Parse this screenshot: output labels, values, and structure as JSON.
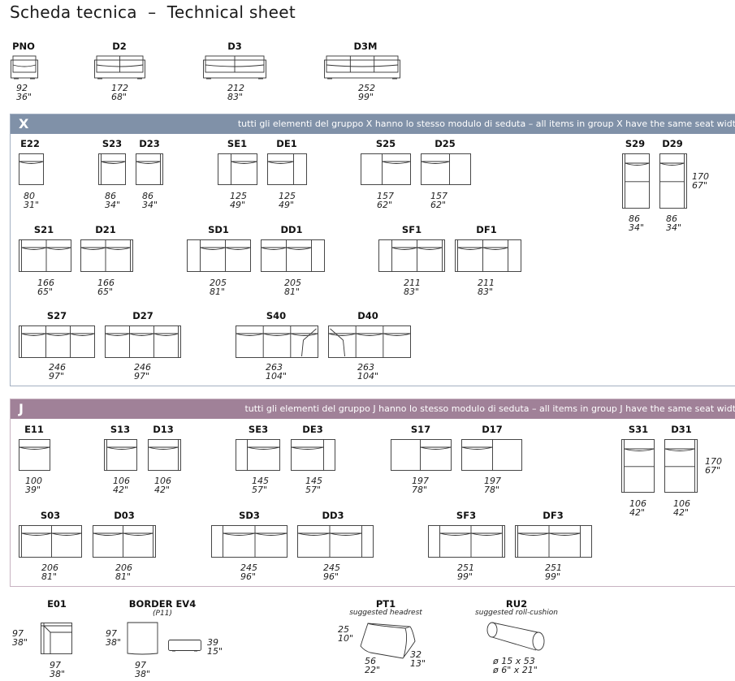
{
  "title": "Scheda tecnica  –  Technical sheet",
  "colors": {
    "group_x": "#8091a8",
    "group_x_border": "#a3b0c2",
    "group_j": "#a08198",
    "group_j_border": "#c8b3c1"
  },
  "top_items": [
    {
      "code": "PNO",
      "cm": "92",
      "in": "36\""
    },
    {
      "code": "D2",
      "cm": "172",
      "in": "68\""
    },
    {
      "code": "D3",
      "cm": "212",
      "in": "83\""
    },
    {
      "code": "D3M",
      "cm": "252",
      "in": "99\""
    }
  ],
  "groups": [
    {
      "letter": "X",
      "note": "tutti gli elementi del gruppo X hanno lo stesso modulo di seduta  –  all items in group X have the same seat width",
      "items": [
        {
          "code": "E22",
          "cm": "80",
          "in": "31\""
        },
        {
          "code": "S23",
          "cm": "86",
          "in": "34\""
        },
        {
          "code": "D23",
          "cm": "86",
          "in": "34\""
        },
        {
          "code": "SE1",
          "cm": "125",
          "in": "49\""
        },
        {
          "code": "DE1",
          "cm": "125",
          "in": "49\""
        },
        {
          "code": "S25",
          "cm": "157",
          "in": "62\""
        },
        {
          "code": "D25",
          "cm": "157",
          "in": "62\""
        },
        {
          "code": "S29",
          "cm": "86",
          "in": "34\""
        },
        {
          "code": "D29",
          "cm": "86",
          "in": "34\""
        },
        {
          "code": "S21",
          "cm": "166",
          "in": "65\""
        },
        {
          "code": "D21",
          "cm": "166",
          "in": "65\""
        },
        {
          "code": "SD1",
          "cm": "205",
          "in": "81\""
        },
        {
          "code": "DD1",
          "cm": "205",
          "in": "81\""
        },
        {
          "code": "SF1",
          "cm": "211",
          "in": "83\""
        },
        {
          "code": "DF1",
          "cm": "211",
          "in": "83\""
        },
        {
          "code": "S27",
          "cm": "246",
          "in": "97\""
        },
        {
          "code": "D27",
          "cm": "246",
          "in": "97\""
        },
        {
          "code": "S40",
          "cm": "263",
          "in": "104\""
        },
        {
          "code": "D40",
          "cm": "263",
          "in": "104\""
        }
      ],
      "depth": {
        "cm": "170",
        "in": "67\""
      }
    },
    {
      "letter": "J",
      "note": "tutti gli elementi del gruppo J hanno lo stesso modulo di seduta  –  all items in group J have the same seat width",
      "items": [
        {
          "code": "E11",
          "cm": "100",
          "in": "39\""
        },
        {
          "code": "S13",
          "cm": "106",
          "in": "42\""
        },
        {
          "code": "D13",
          "cm": "106",
          "in": "42\""
        },
        {
          "code": "SE3",
          "cm": "145",
          "in": "57\""
        },
        {
          "code": "DE3",
          "cm": "145",
          "in": "57\""
        },
        {
          "code": "S17",
          "cm": "197",
          "in": "78\""
        },
        {
          "code": "D17",
          "cm": "197",
          "in": "78\""
        },
        {
          "code": "S31",
          "cm": "106",
          "in": "42\""
        },
        {
          "code": "D31",
          "cm": "106",
          "in": "42\""
        },
        {
          "code": "S03",
          "cm": "206",
          "in": "81\""
        },
        {
          "code": "D03",
          "cm": "206",
          "in": "81\""
        },
        {
          "code": "SD3",
          "cm": "245",
          "in": "96\""
        },
        {
          "code": "DD3",
          "cm": "245",
          "in": "96\""
        },
        {
          "code": "SF3",
          "cm": "251",
          "in": "99\""
        },
        {
          "code": "DF3",
          "cm": "251",
          "in": "99\""
        }
      ],
      "depth": {
        "cm": "170",
        "in": "67\""
      }
    }
  ],
  "accessories": {
    "e01": {
      "code": "E01",
      "depth_cm": "97",
      "depth_in": "38\"",
      "width_cm": "97",
      "width_in": "38\""
    },
    "border": {
      "code": "BORDER EV4",
      "sub": "(P11)",
      "depth_cm": "97",
      "depth_in": "38\"",
      "width_cm": "97",
      "width_in": "38\"",
      "height_cm": "39",
      "height_in": "15\""
    },
    "pt1": {
      "code": "PT1",
      "sub": "suggested headrest",
      "h_cm": "25",
      "h_in": "10\"",
      "w_cm": "56",
      "w_in": "22\"",
      "d_cm": "32",
      "d_in": "13\""
    },
    "ru2": {
      "code": "RU2",
      "sub": "suggested roll-cushion",
      "dim1": "ø 15 x 53",
      "dim2": "ø 6\" x 21\""
    }
  }
}
